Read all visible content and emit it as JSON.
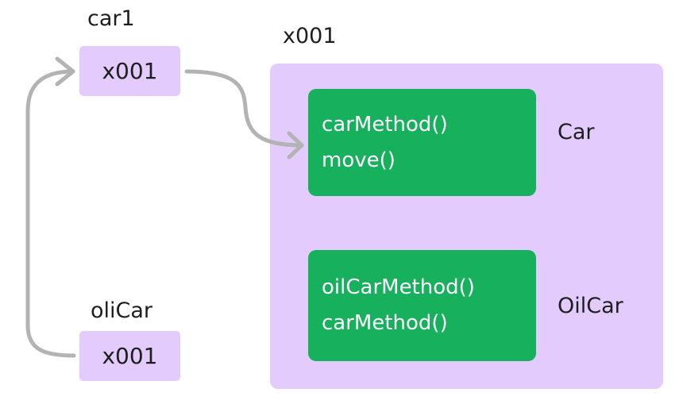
{
  "variables": [
    {
      "name": "car1",
      "value": "x001"
    },
    {
      "name": "oliCar",
      "value": "x001"
    }
  ],
  "heap": {
    "address": "x001",
    "classes": [
      {
        "name": "Car",
        "methods": [
          "carMethod()",
          "move()"
        ]
      },
      {
        "name": "OilCar",
        "methods": [
          "oilCarMethod()",
          "carMethod()"
        ]
      }
    ]
  },
  "colors": {
    "reference_box": "#e3ccfd",
    "class_box": "#17b05c",
    "arrow": "#b3b3b3"
  }
}
